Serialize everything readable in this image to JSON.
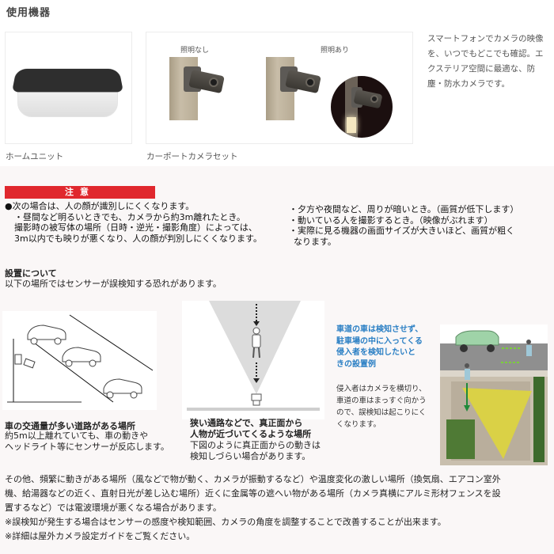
{
  "equipment": {
    "title": "使用機器",
    "home_unit_caption": "ホームユニット",
    "camera_set_caption": "カーポートカメラセット",
    "label_no_light": "照明なし",
    "label_with_light": "照明あり",
    "description": "スマートフォンでカメラの映像を、いつでもどこでも確認。エクステリア空間に最適な、防塵・防水カメラです。"
  },
  "caution": {
    "header": "注意",
    "left_lines": [
      "●次の場合は、人の顔が識別しにくくなります。",
      "・昼間など明るいときでも、カメラから約3m離れたとき。",
      "撮影時の被写体の場所（日時・逆光・撮影角度）によっては、",
      "3m以内でも映りが悪くなり、人の顔が判別しにくくなります。"
    ],
    "right_lines": [
      "・夕方や夜間など、周りが暗いとき。（画質が低下します）",
      "・動いている人を撮影するとき。（映像がぶれます）",
      "・実際に見る機器の画面サイズが大きいほど、画質が粗く",
      "なります。"
    ]
  },
  "installation": {
    "title": "設置について",
    "subtitle": "以下の場所ではセンサーが誤検知する恐れがあります。",
    "road": {
      "title": "車の交通量が多い道路がある場所",
      "lines": [
        "約5m以上離れていても、車の動きや",
        "ヘッドライト等にセンサーが反応します。"
      ]
    },
    "narrow": {
      "title_lines": [
        "狭い通路などで、真正面から",
        "人物が近づいてくるような場所"
      ],
      "lines": [
        "下図のように真正面からの動きは",
        "検知しづらい場合があります。"
      ]
    },
    "example": {
      "title_lines": [
        "車道の車は検知させず、",
        "駐車場の中に入ってくる",
        "侵入者を検知したいと",
        "きの設置例"
      ],
      "body_lines": [
        "侵入者はカメラを横切り、",
        "車道の車はまっすぐ向かう",
        "ので、誤検知は起こりにく",
        "くなります。"
      ]
    }
  },
  "notes": {
    "lines": [
      "その他、頻繁に動きがある場所（風などで物が動く、カメラが振動するなど）や温度変化の激しい場所（換気扇、エアコン室外",
      "機、給湯器などの近く、直射日光が差し込む場所）近くに金属等の遮へい物がある場所（カメラ真横にアルミ形材フェンスを設",
      "置するなど）では電波環境が悪くなる場合があります。",
      "※誤検知が発生する場合はセンサーの感度や検知範囲、カメラの角度を調整することで改善することが出来ます。",
      "※詳細は屋外カメラ設定ガイドをご覧ください。"
    ]
  },
  "colors": {
    "caution_red": "#e0282e",
    "example_blue": "#2a7fc4",
    "detection_yellow": "#e6dc2a"
  }
}
